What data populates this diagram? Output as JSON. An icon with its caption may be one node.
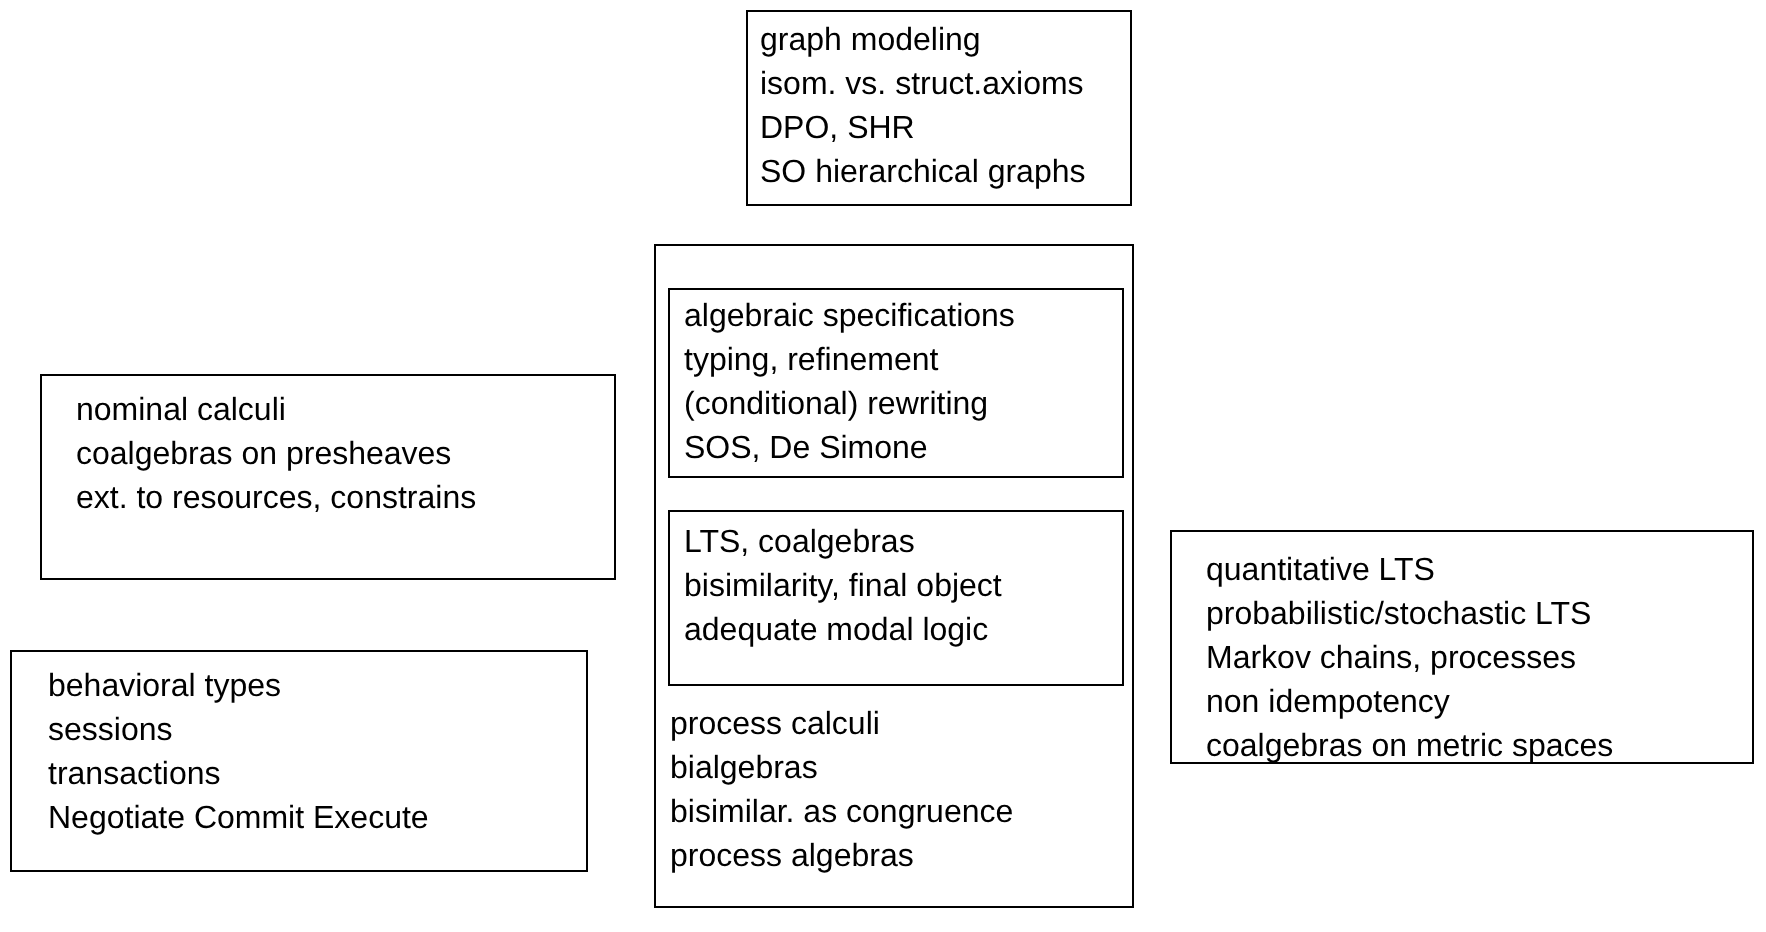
{
  "diagram": {
    "nodes": [
      {
        "text": [
          "graph modeling",
          "isom. vs. struct.axioms",
          "DPO, SHR",
          "SO hierarchical graphs"
        ]
      },
      {
        "text": [
          "process calculi",
          "bialgebras",
          "bisimilar. as congruence",
          "process algebras"
        ]
      },
      {
        "text": [
          "algebraic specifications",
          "typing, refinement",
          "(conditional) rewriting",
          "SOS, De Simone"
        ],
        "in": 1
      },
      {
        "text": [
          "LTS, coalgebras",
          "bisimilarity, final object",
          "adequate modal logic"
        ],
        "in": 1
      },
      {
        "text": [
          "nominal calculi",
          "coalgebras on presheaves",
          "ext. to resources, constrains"
        ]
      },
      {
        "text": [
          "behavioral types",
          "sessions",
          "transactions",
          "Negotiate Commit Execute"
        ]
      },
      {
        "text": [
          "quantitative LTS",
          "probabilistic/stochastic LTS",
          "Markov chains, processes",
          "non idempotency",
          "coalgebras on metric spaces"
        ]
      }
    ]
  }
}
